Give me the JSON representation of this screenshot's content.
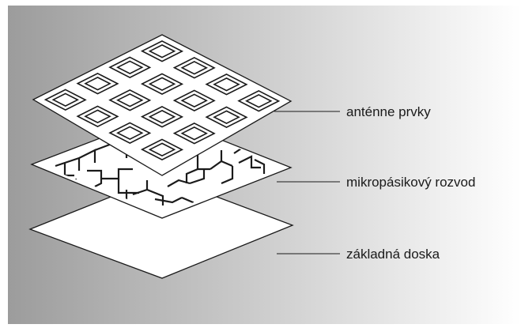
{
  "diagram": {
    "background": {
      "gradient_start": "#9c9c9c",
      "gradient_end": "#ffffff"
    },
    "layers": [
      {
        "id": "antenna",
        "label": "anténne prvky"
      },
      {
        "id": "feed",
        "label": "mikropásikový rozvod"
      },
      {
        "id": "base",
        "label": "základná doska"
      }
    ],
    "patch_count": 16,
    "line_color": "#1a1a1a",
    "plate_fill": "#ffffff"
  }
}
